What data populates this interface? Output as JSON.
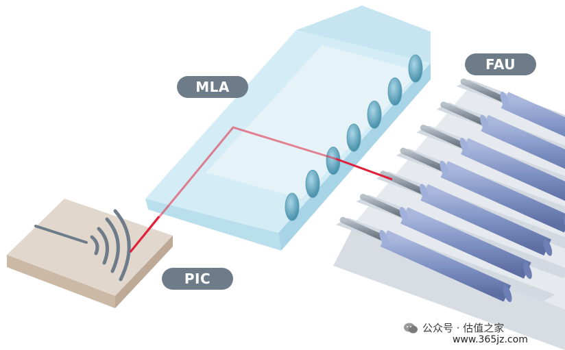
{
  "labels": {
    "mla": "MLA",
    "fau": "FAU",
    "pic": "PIC"
  },
  "watermark": {
    "account": "公众号 · 估值之家",
    "url": "www.365jz.com",
    "icon": "wechat-icon"
  },
  "colors": {
    "pill": "#6e7c8a",
    "beam": "#e0203a",
    "mla_glass": "#bfe3f0",
    "fiber": "#7f92c4",
    "chip_top": "#e1d7cc",
    "chip_side": "#c4b29e",
    "groove": "#dfe4e9"
  },
  "counts": {
    "lenses": 7,
    "fibers": 7
  }
}
